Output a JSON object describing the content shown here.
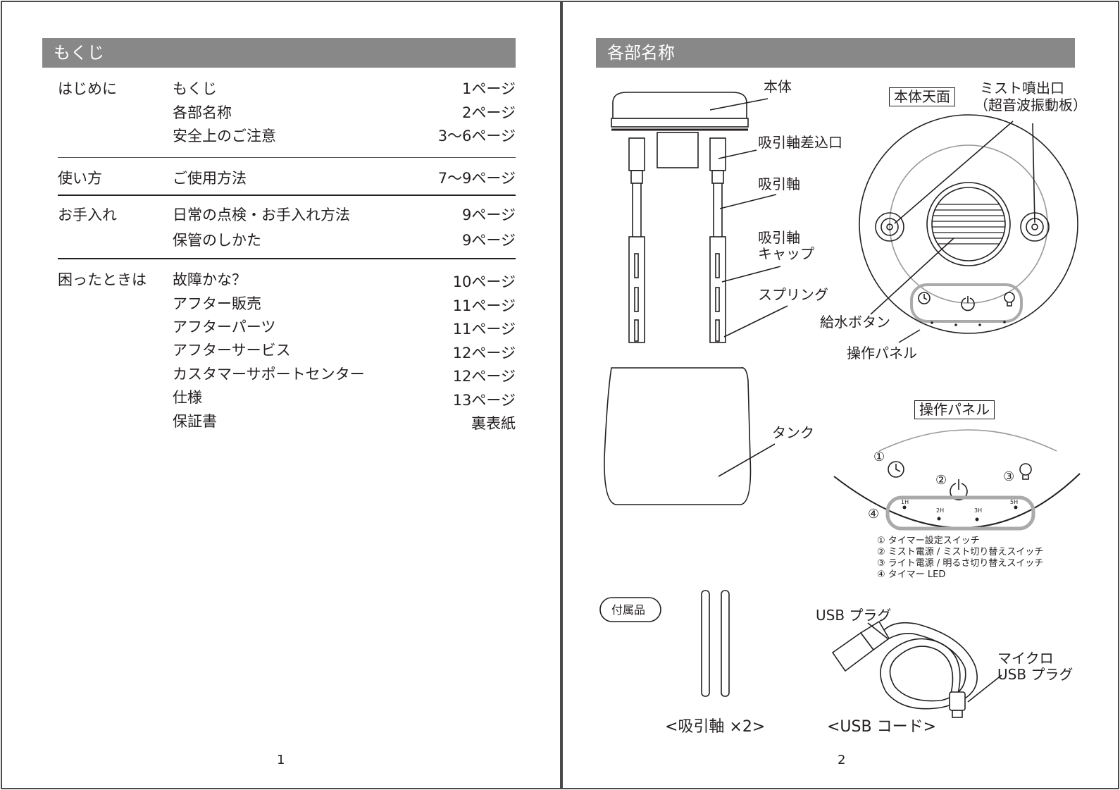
{
  "left_page": {
    "header": "もくじ",
    "sections": [
      {
        "category": "はじめに",
        "entries": [
          {
            "title": "もくじ",
            "page": "1ページ"
          },
          {
            "title": "各部名称",
            "page": "2ページ"
          },
          {
            "title": "安全上のご注意",
            "page": "3〜6ページ"
          }
        ]
      },
      {
        "category": "使い方",
        "entries": [
          {
            "title": "ご使用方法",
            "page": "7〜9ページ"
          }
        ]
      },
      {
        "category": "お手入れ",
        "entries": [
          {
            "title": "日常の点検・お手入れ方法",
            "page": "9ページ"
          },
          {
            "title": "保管のしかた",
            "page": "9ページ"
          }
        ]
      },
      {
        "category": "困ったときは",
        "entries": [
          {
            "title": "故障かな？",
            "page": "10ページ"
          },
          {
            "title": "アフター販売",
            "page": "11ページ"
          },
          {
            "title": "アフターパーツ",
            "page": "11ページ"
          },
          {
            "title": "アフターサービス",
            "page": "12ページ"
          },
          {
            "title": "カスタマーサポートセンター",
            "page": "12ページ"
          },
          {
            "title": "仕様",
            "page": "13ページ"
          },
          {
            "title": "保証書",
            "page": "裏表紙"
          }
        ]
      }
    ],
    "page_number": "1"
  },
  "right_page": {
    "header": "各部名称",
    "labels": {
      "body": "本体",
      "wick_inlet": "吸引軸差込口",
      "wick": "吸引軸",
      "wick_cap_1": "吸引軸",
      "wick_cap_2": "キャップ",
      "spring": "スプリング",
      "tank": "タンク",
      "top_view": "本体天面",
      "mist_outlet_1": "ミスト噴出口",
      "mist_outlet_2": "（超音波振動板）",
      "water_button": "給水ボタン",
      "control_panel": "操作パネル",
      "control_panel_box": "操作パネル",
      "accessories": "付属品",
      "usb_plug": "USB プラグ",
      "micro_usb_1": "マイクロ",
      "micro_usb_2": "USB プラグ",
      "wicks_caption": "<吸引軸 ×2>",
      "usb_cord_caption": "<USB コード>"
    },
    "panel_markers": [
      "①",
      "②",
      "③",
      "④"
    ],
    "led_labels": [
      "1H",
      "2H",
      "3H",
      "5H"
    ],
    "legend": [
      "① タイマー設定スイッチ",
      "② ミスト電源 / ミスト切り替えスイッチ",
      "③ ライト電源 / 明るさ切り替えスイッチ",
      "④ タイマー LED"
    ],
    "page_number": "2"
  }
}
